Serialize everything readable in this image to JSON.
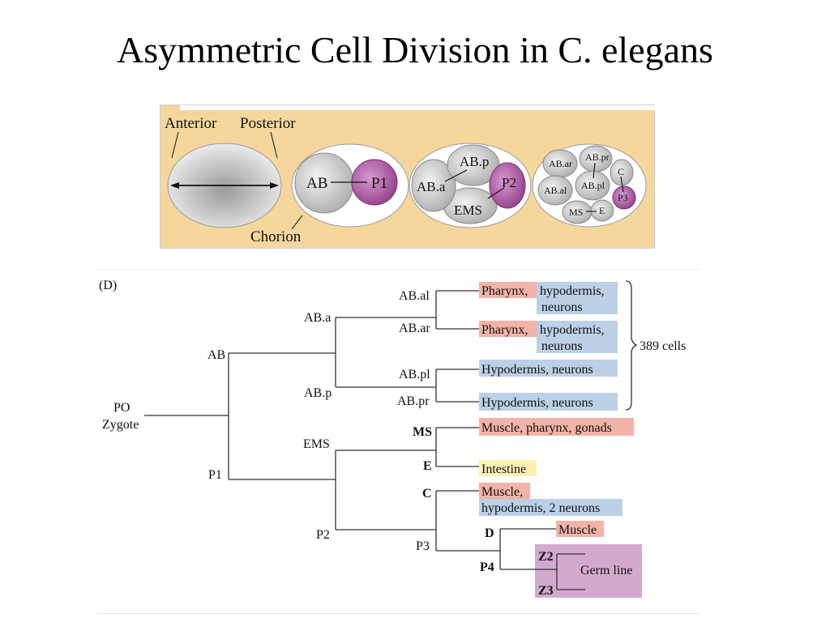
{
  "title": "Asymmetric Cell Division in C. elegans",
  "embryo_panel": {
    "anterior_label": "Anterior",
    "posterior_label": "Posterior",
    "chorion_label": "Chorion",
    "two_cell": {
      "ab": "AB",
      "p1": "P1"
    },
    "four_cell": {
      "abp": "AB.p",
      "aba": "AB.a",
      "p2": "P2",
      "ems": "EMS"
    },
    "eight_cell": {
      "abar": "AB.ar",
      "abpr": "AB.pr",
      "abal": "AB.al",
      "abpl": "AB.pl",
      "c": "C",
      "p3": "P3",
      "ms": "MS",
      "e": "E"
    },
    "colors": {
      "background": "#f5d79d",
      "cell_gray": "#c9c9c9",
      "germ_purple": "#a64d9c"
    }
  },
  "lineage": {
    "panel_label": "(D)",
    "nodes": {
      "po": "PO",
      "zygote": "Zygote",
      "ab": "AB",
      "p1": "P1",
      "aba": "AB.a",
      "abp": "AB.p",
      "ems": "EMS",
      "p2": "P2",
      "abal": "AB.al",
      "abar": "AB.ar",
      "abpl": "AB.pl",
      "abpr": "AB.pr",
      "ms": "MS",
      "e": "E",
      "c": "C",
      "p3": "P3",
      "d": "D",
      "p4": "P4",
      "z2": "Z2",
      "z3": "Z3"
    },
    "fates": {
      "abal_pharynx": "Pharynx,",
      "abal_hypo_1": "hypodermis,",
      "abal_hypo_2": "neurons",
      "abar_pharynx": "Pharynx,",
      "abar_hypo_1": "hypodermis,",
      "abar_hypo_2": "neurons",
      "abpl": "Hypodermis, neurons",
      "abpr": "Hypodermis, neurons",
      "ms": "Muscle, pharynx, gonads",
      "e": "Intestine",
      "c_muscle": "Muscle,",
      "c_hypo": "hypodermis, 2 neurons",
      "d": "Muscle",
      "germ": "Germ line"
    },
    "cells_count": "389 cells",
    "colors": {
      "pink": "#f2b3a8",
      "blue": "#bcd0e6",
      "yellow": "#fdf0b4",
      "purple": "#d4a9cf",
      "line": "#333333"
    }
  }
}
